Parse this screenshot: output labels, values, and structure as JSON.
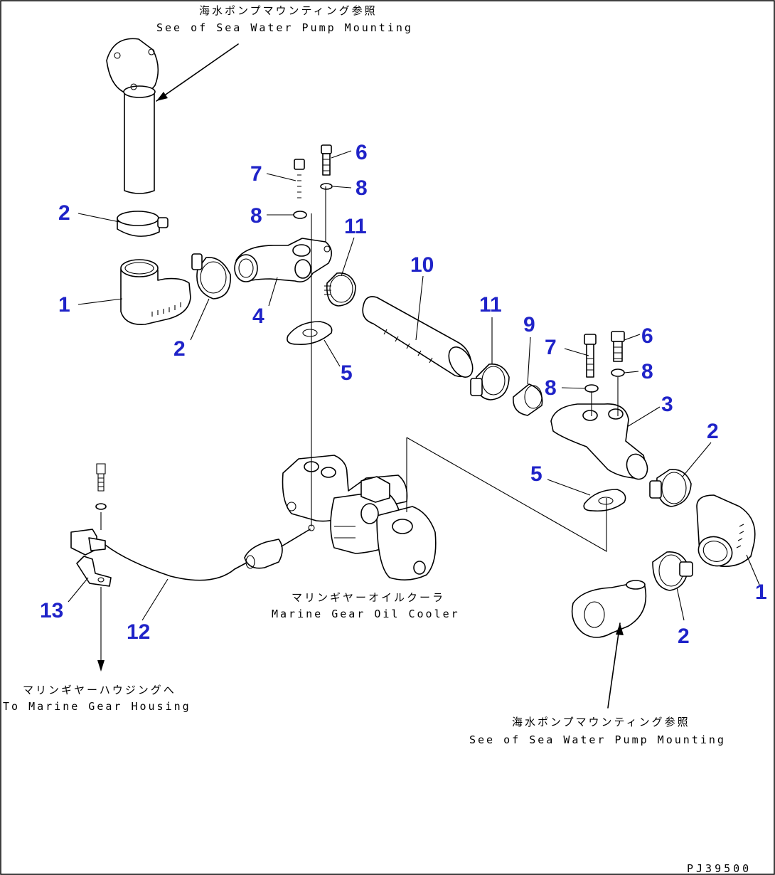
{
  "callouts": [
    {
      "id": "c1a",
      "label": "1"
    },
    {
      "id": "c1b",
      "label": "1"
    },
    {
      "id": "c2a",
      "label": "2"
    },
    {
      "id": "c2b",
      "label": "2"
    },
    {
      "id": "c2c",
      "label": "2"
    },
    {
      "id": "c2d",
      "label": "2"
    },
    {
      "id": "c3",
      "label": "3"
    },
    {
      "id": "c4",
      "label": "4"
    },
    {
      "id": "c5a",
      "label": "5"
    },
    {
      "id": "c5b",
      "label": "5"
    },
    {
      "id": "c6a",
      "label": "6"
    },
    {
      "id": "c6b",
      "label": "6"
    },
    {
      "id": "c7a",
      "label": "7"
    },
    {
      "id": "c7b",
      "label": "7"
    },
    {
      "id": "c8a",
      "label": "8"
    },
    {
      "id": "c8b",
      "label": "8"
    },
    {
      "id": "c8c",
      "label": "8"
    },
    {
      "id": "c8d",
      "label": "8"
    },
    {
      "id": "c9",
      "label": "9"
    },
    {
      "id": "c10",
      "label": "10"
    },
    {
      "id": "c11a",
      "label": "11"
    },
    {
      "id": "c11b",
      "label": "11"
    },
    {
      "id": "c12",
      "label": "12"
    },
    {
      "id": "c13",
      "label": "13"
    }
  ],
  "notes": {
    "top_jp": "海水ポンプマウンティング参照",
    "top_en": "See of Sea Water Pump Mounting",
    "cooler_jp": "マリンギヤーオイルクーラ",
    "cooler_en": "Marine Gear Oil Cooler",
    "housing_jp": "マリンギヤーハウジングへ",
    "housing_en": "To Marine Gear Housing",
    "bottom_jp": "海水ポンプマウンティング参照",
    "bottom_en": "See of Sea Water Pump Mounting"
  },
  "drawing_code": "PJ39500",
  "colors": {
    "callout": "#1f23c8",
    "line": "#000000",
    "paper": "#ffffff"
  }
}
